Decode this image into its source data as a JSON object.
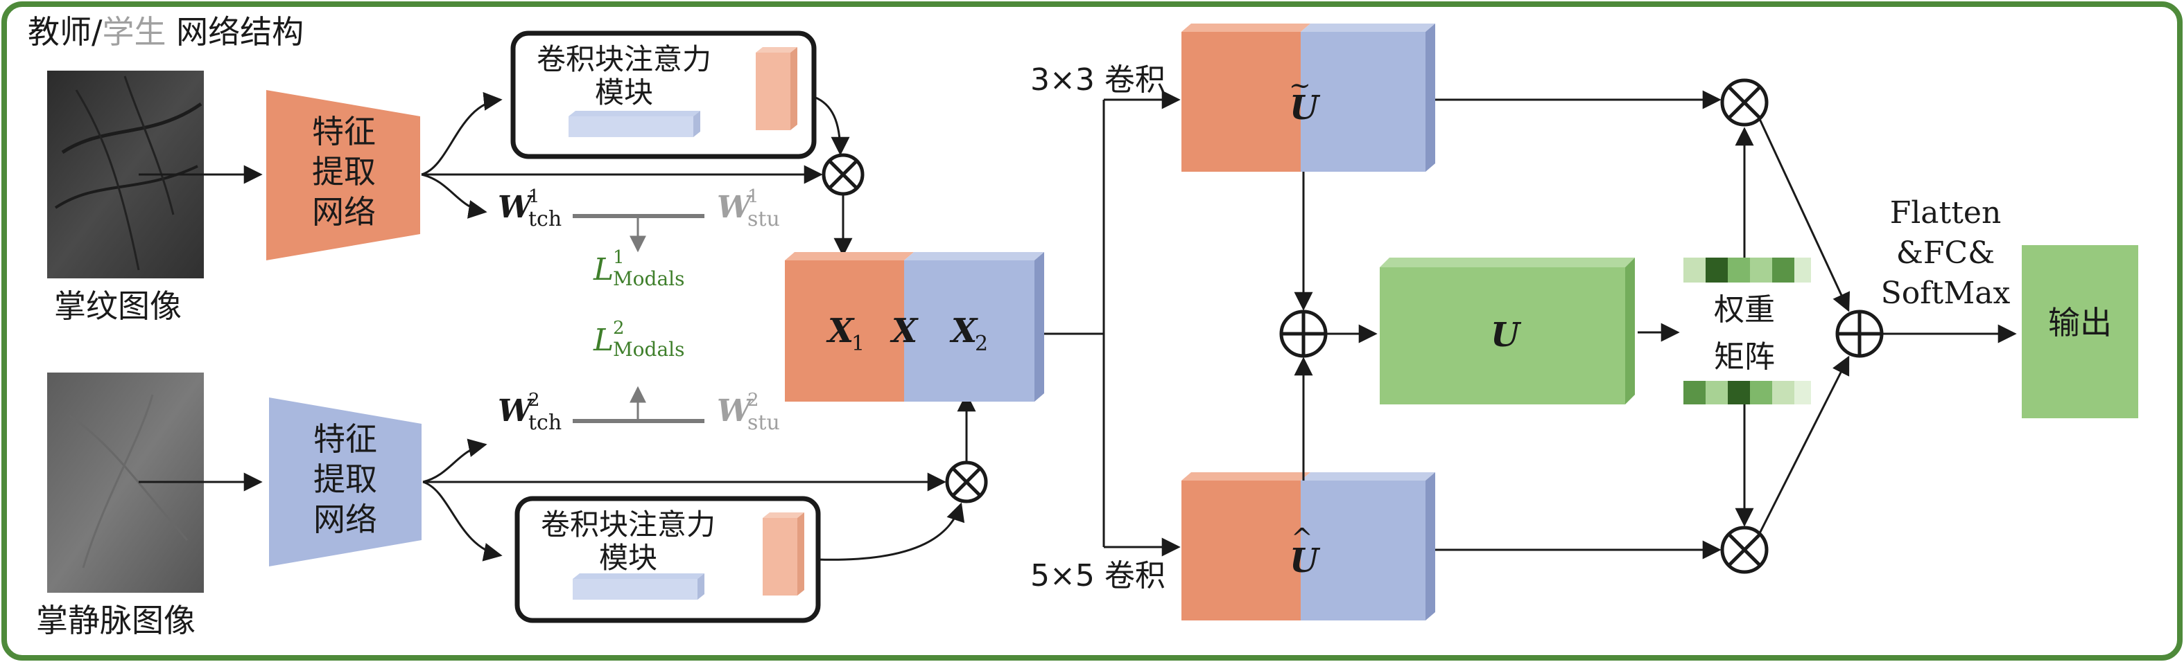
{
  "title": {
    "prefix": "教师/",
    "student": "学生",
    "suffix": " 网络结构"
  },
  "inputs": {
    "palmprint_label": "掌纹图像",
    "palmvein_label": "掌静脉图像"
  },
  "extractor": {
    "line1": "特征",
    "line2": "提取",
    "line3": "网络"
  },
  "attention": {
    "line1": "卷积块注意力",
    "line2": "模块"
  },
  "weights": {
    "w": "W",
    "tch": "tch",
    "stu": "stu",
    "sup1": "1",
    "sup2": "2"
  },
  "loss": {
    "L": "L",
    "sub": "Modals",
    "sup1": "1",
    "sup2": "2"
  },
  "fusion": {
    "x1": "X",
    "x1_sub": "1",
    "x": "X",
    "x2": "X",
    "x2_sub": "2"
  },
  "convs": {
    "top": "3×3 卷积",
    "bottom": "5×5 卷积",
    "u_tilde": "U",
    "u_hat": "U",
    "u": "U"
  },
  "weight_matrix": {
    "line1": "权重",
    "line2": "矩阵"
  },
  "head": {
    "line1": "Flatten",
    "line2": "&FC&",
    "line3": "SoftMax"
  },
  "output": {
    "label": "输出"
  },
  "colors": {
    "orange": "#e8916e",
    "blue": "#a9b8de",
    "green": "#97c97e",
    "border": "#4e8a3a",
    "loss_green": "#3f7f2b"
  },
  "icons": [
    "multiply-circle-icon",
    "plus-circle-icon",
    "arrow-icon"
  ]
}
